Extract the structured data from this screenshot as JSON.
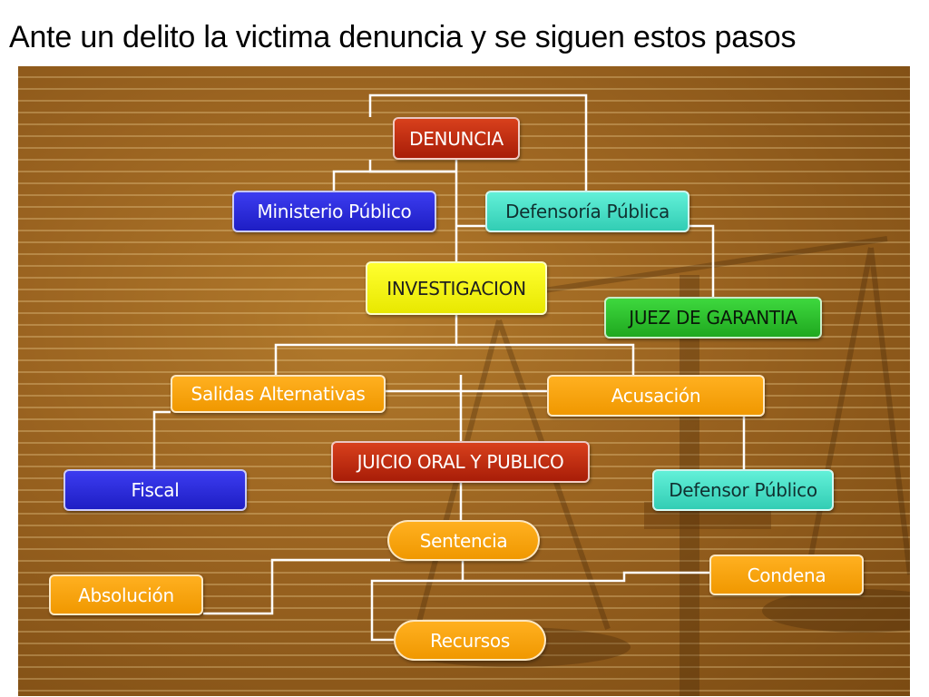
{
  "title": "Ante un delito la victima denuncia y se siguen estos pasos",
  "nodes": {
    "denuncia": "DENUNCIA",
    "ministerio_publico": "Ministerio Público",
    "defensoria_publica": "Defensoría Pública",
    "investigacion": "INVESTIGACION",
    "juez_de_garantia": "JUEZ DE GARANTIA",
    "salidas_alternativas": "Salidas Alternativas",
    "acusacion": "Acusación",
    "juicio_oral": "JUICIO ORAL Y PUBLICO",
    "fiscal": "Fiscal",
    "defensor_publico": "Defensor Público",
    "sentencia": "Sentencia",
    "absolucion": "Absolución",
    "condena": "Condena",
    "recursos": "Recursos"
  },
  "colors": {
    "red": "#c0300f",
    "blue": "#2a2ad8",
    "teal": "#4ae0c6",
    "yellow": "#f4f414",
    "green": "#2cc02c",
    "orange": "#f7a410",
    "connector": "#ffffff",
    "background": "#9a6320"
  }
}
